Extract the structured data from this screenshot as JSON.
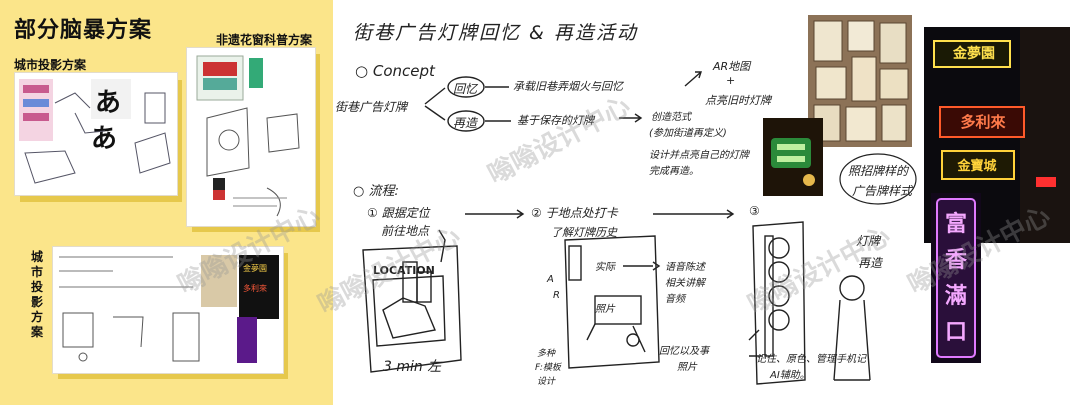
{
  "left_panel": {
    "title": "部分脑暴方案",
    "label_city_top": "城市投影方案",
    "label_heritage": "非遗花窗科普方案",
    "label_city_bottom": "城市投影方案"
  },
  "sketch": {
    "title": "街巷广告灯牌回忆 & 再造活动",
    "concept_label": "○ Concept",
    "concept_root": "街巷广告灯牌",
    "branch_memory": "回忆",
    "branch_rebuild": "再造",
    "memory_text": "承载旧巷弄烟火与回忆",
    "ar_map": "AR地图",
    "plus": "+",
    "light_old": "点亮旧时灯牌",
    "rebuild_text": "基于保存的灯牌",
    "create_1": "创造范式",
    "create_2": "(参加街道再定义)",
    "create_3": "设计并点亮自己的灯牌",
    "create_4": "完成再造。",
    "process_label": "○ 流程:",
    "step1_a": "① 跟据定位",
    "step1_b": "前往地点",
    "step2_a": "② 于地点处打卡",
    "step2_b": "了解灯牌历史",
    "step3": "③",
    "location": "LOCATION",
    "three_min": "3 min 左",
    "voice_1": "语音陈述",
    "voice_2": "相关讲解",
    "voice_3": "音频",
    "sign_1": "灯牌",
    "sign_2": "再造",
    "memory_photo_1": "回忆以及事",
    "memory_photo_2": "照片",
    "ar_letter": "A",
    "r_letter": "R",
    "design_1": "多种",
    "design_2": "F:模板",
    "design_3": "设计",
    "final_1": "记住、原色、管理手机记",
    "final_2": "AI辅助。",
    "shop_1": "实际",
    "shop_2": "照片"
  },
  "right_note": {
    "line1": "照招牌样的",
    "line2": "广告牌样式"
  },
  "neon_signs": {
    "jinmengyuan": "金夢園",
    "duolilai": "多利來",
    "jinbaocheng": "金寶城",
    "purple": "富香滿口"
  },
  "watermark": "嗡嗡设计中心"
}
